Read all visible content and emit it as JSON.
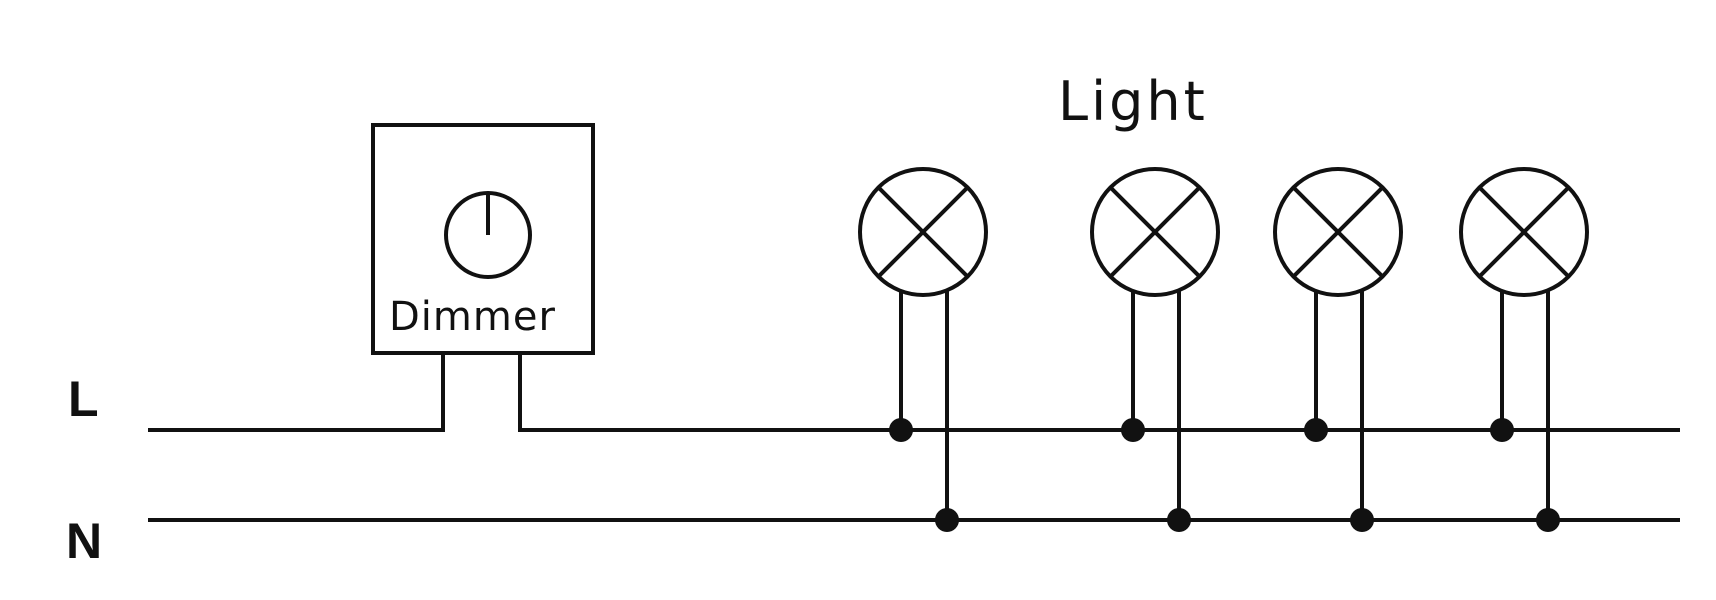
{
  "labels": {
    "line": "L",
    "neutral": "N",
    "dimmer": "Dimmer",
    "light": "Light"
  },
  "lamp_count": 4,
  "colors": {
    "stroke": "#111111",
    "background": "#ffffff"
  },
  "icons": {
    "dimmer_knob": "power-knob-icon",
    "lamp": "lamp-cross-icon"
  }
}
